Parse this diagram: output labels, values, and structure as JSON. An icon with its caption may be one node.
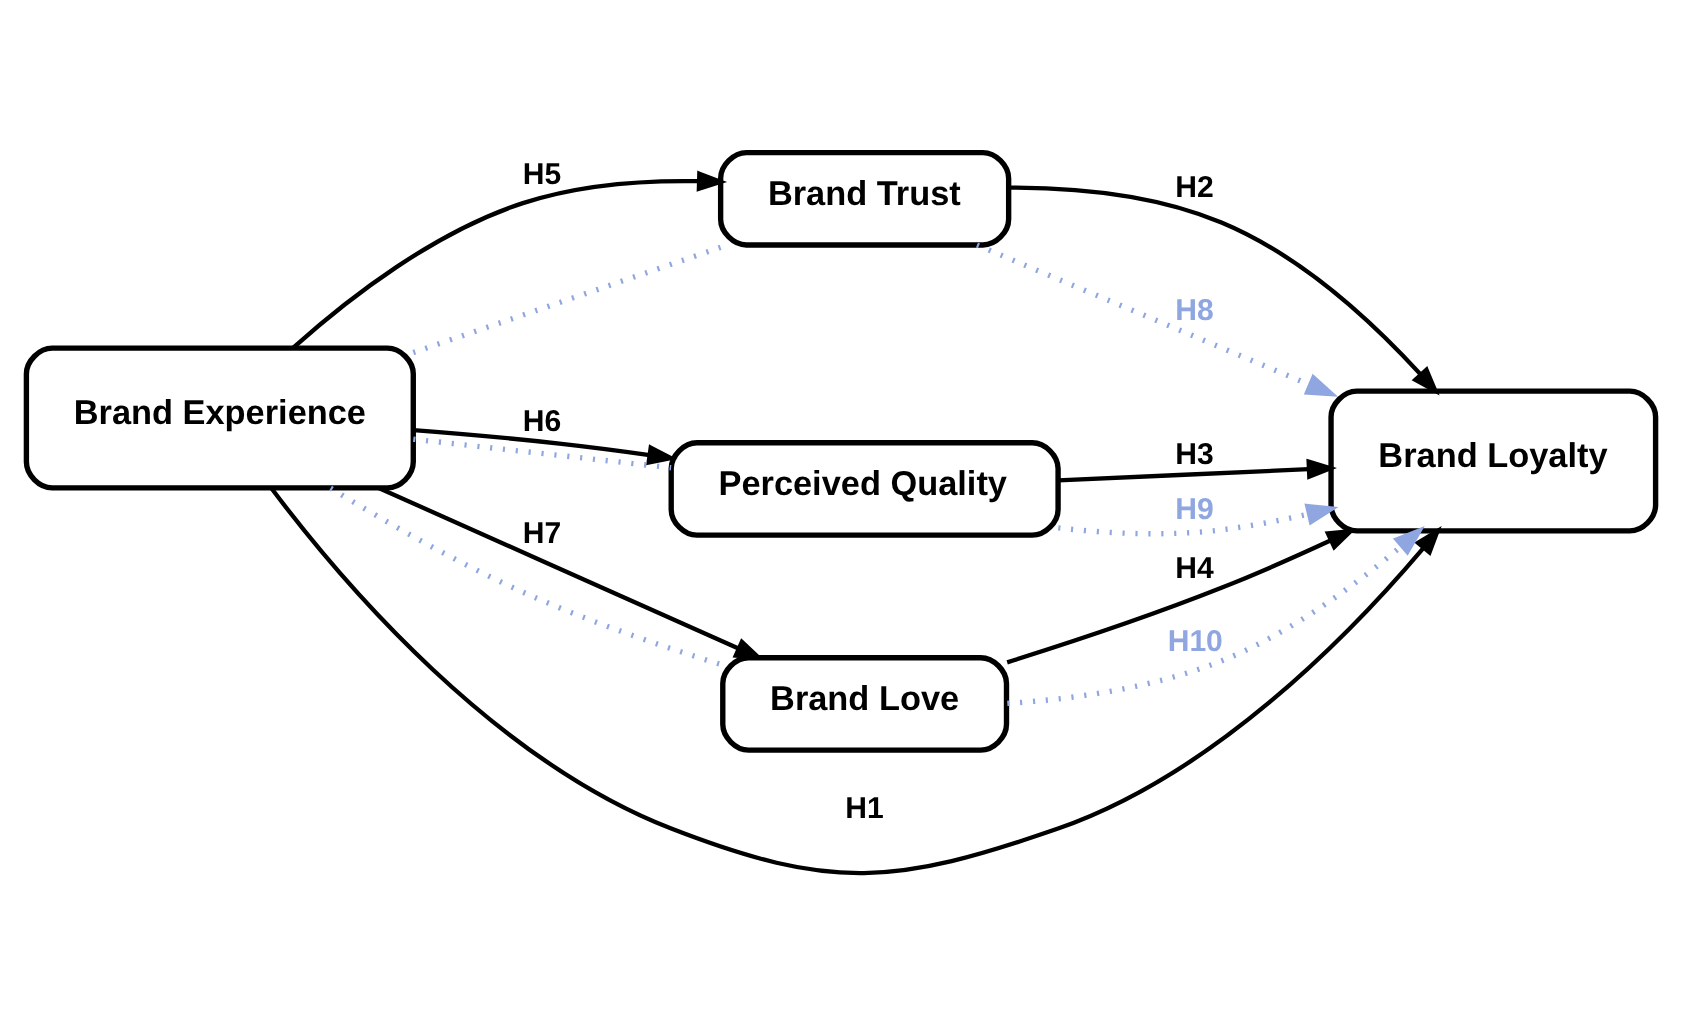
{
  "diagram": {
    "nodes": [
      {
        "text": [
          "Brand Experience"
        ]
      },
      {
        "text": [
          "Brand Trust"
        ]
      },
      {
        "text": [
          "Perceived Quality"
        ]
      },
      {
        "text": [
          "Brand Love"
        ]
      },
      {
        "text": [
          "Brand Loyalty"
        ]
      }
    ],
    "edges": [
      {
        "from": 0,
        "to": 4,
        "arrow": "to",
        "label": "H1"
      },
      {
        "from": 1,
        "to": 4,
        "arrow": "to",
        "label": "H2"
      },
      {
        "from": 2,
        "to": 4,
        "arrow": "to",
        "label": "H3"
      },
      {
        "from": 3,
        "to": 4,
        "arrow": "to",
        "label": "H4"
      },
      {
        "from": 0,
        "to": 1,
        "arrow": "to",
        "label": "H5"
      },
      {
        "from": 0,
        "to": 2,
        "arrow": "to",
        "label": "H6"
      },
      {
        "from": 0,
        "to": 3,
        "arrow": "to",
        "label": "H7"
      },
      {
        "from": 0,
        "to": 1,
        "arrow": "none",
        "style": "dashed",
        "color": "#8fa6e0"
      },
      {
        "from": 1,
        "to": 4,
        "arrow": "to",
        "label": "H8",
        "style": "dashed",
        "color": "#8fa6e0"
      },
      {
        "from": 0,
        "to": 2,
        "arrow": "none",
        "style": "dashed",
        "color": "#8fa6e0"
      },
      {
        "from": 2,
        "to": 4,
        "arrow": "to",
        "label": "H9",
        "style": "dashed",
        "color": "#8fa6e0"
      },
      {
        "from": 0,
        "to": 3,
        "arrow": "none",
        "style": "dashed",
        "color": "#8fa6e0"
      },
      {
        "from": 3,
        "to": 4,
        "arrow": "to",
        "label": "H10",
        "style": "dashed",
        "color": "#8fa6e0"
      }
    ]
  }
}
